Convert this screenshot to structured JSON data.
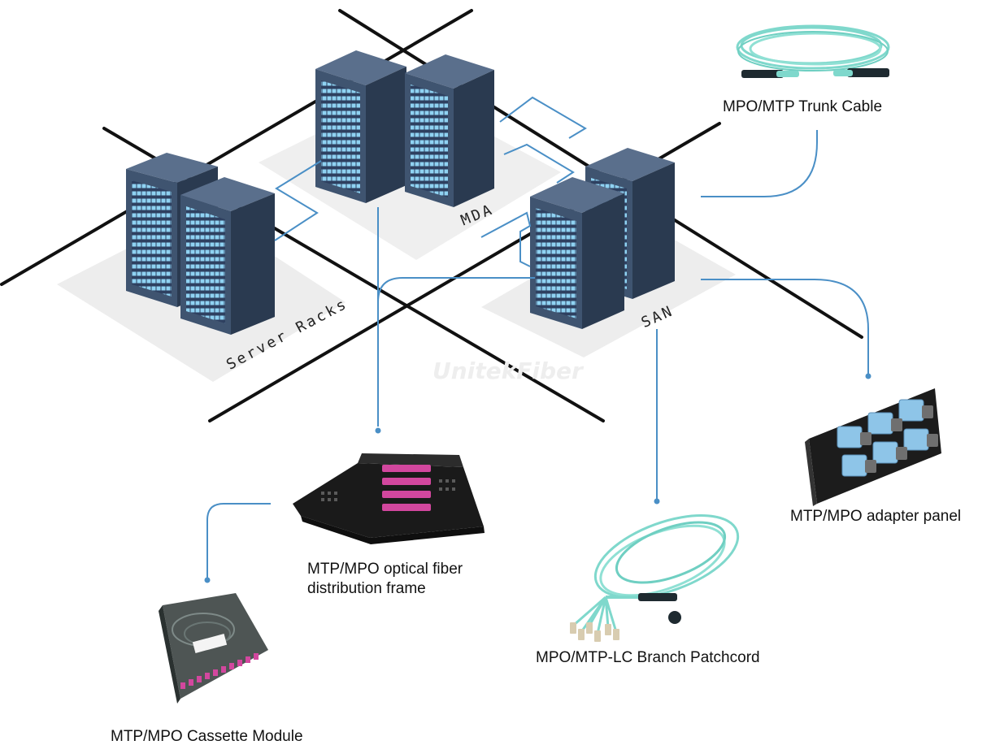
{
  "colors": {
    "rack_front": "#3f5470",
    "rack_side": "#2a3a50",
    "rack_top": "#5a6f8c",
    "rack_light": "#8fd2f2",
    "floor_tile": "#ededed",
    "grid_line": "#111111",
    "connector_line": "#4a8fc6",
    "fiber_aqua": "#7fd8cc",
    "connector_pink": "#d2479e"
  },
  "zones": {
    "server_racks": "Server Racks",
    "mda": "MDA",
    "san": "SAN"
  },
  "watermark": "UnitekFiber",
  "products": {
    "trunk_cable": "MPO/MTP Trunk Cable",
    "adapter_panel": "MTP/MPO adapter panel",
    "distribution_frame_line1": "MTP/MPO optical fiber",
    "distribution_frame_line2": "distribution frame",
    "branch_patchcord": "MPO/MTP-LC Branch Patchcord",
    "cassette_module": "MTP/MPO Cassette Module"
  }
}
